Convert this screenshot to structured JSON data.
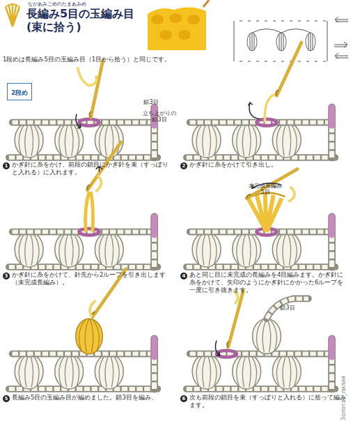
{
  "diagram": {
    "title": "長編み5目の玉編み目 (束に拾う)",
    "nodes": [
      {
        "text": [
          "2段め"
        ]
      }
    ],
    "labels": [
      "ながあみごめのたまあみめ",
      "1段めは長編み5目の玉編み目（1目から拾う）と同じです。",
      "鎖3目",
      "立ち上がりの鎖3目",
      "1",
      "かぎ針に糸をかけ、前段の鎖目にかぎ針を束（すっぽりと入れる）に入れます。",
      "2",
      "かぎ針に糸をかけて引き出し。",
      "3",
      "かぎ針に糸をかけて、針先から2ループを引き出します（未完成長編み）。",
      "未完成長編み 5目",
      "4",
      "あと同じ目に未完成の長編みを4目編みます。かぎ針に糸をかけて、矢印のようにかぎ針にかかった6ループを一度に引き抜きます。",
      "5",
      "長編み5目の玉編み目が編めました。鎖3目を編み、",
      "鎖3目",
      "6",
      "次も前段の鎖目を束（すっぽりと入れる）に拾って編みます。",
      "Золотая_лилия"
    ]
  }
}
